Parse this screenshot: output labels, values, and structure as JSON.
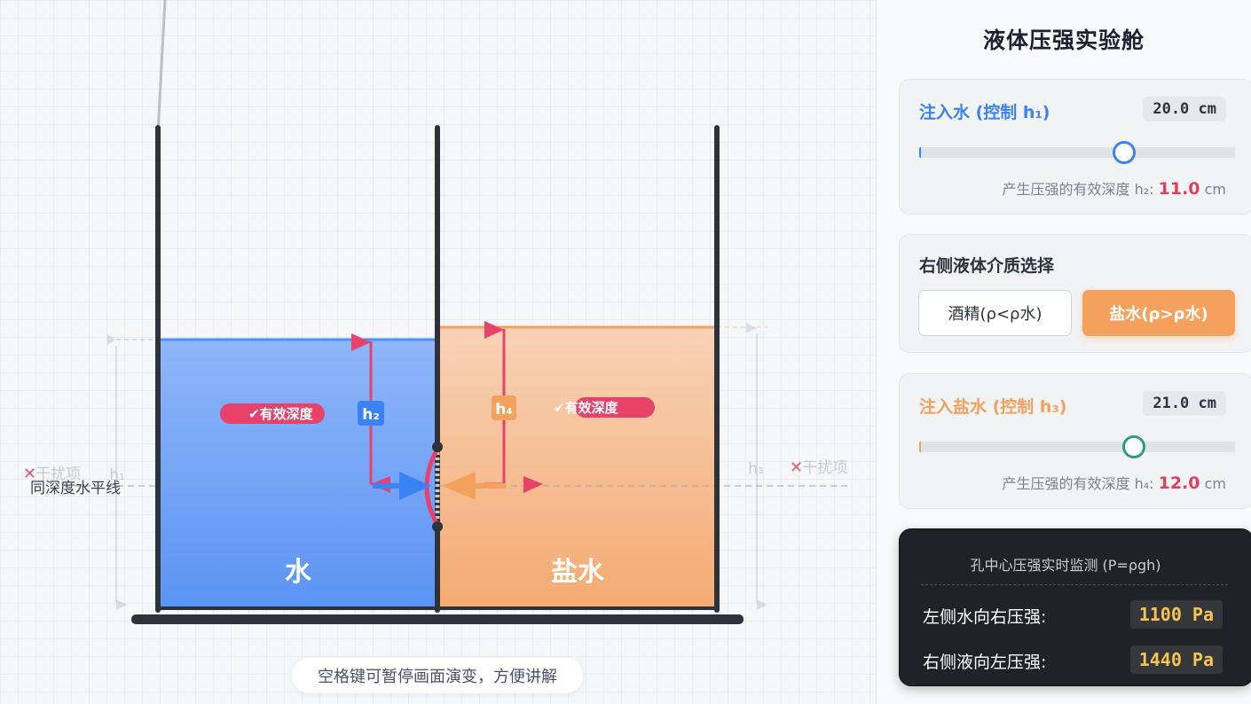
{
  "stage": {
    "hint": "空格键可暂停画面演变，方便讲解",
    "left_fluid_label": "水",
    "right_fluid_label": "盐水",
    "effective_depth_left": "✔有效深度",
    "effective_depth_right": "✔有效深度",
    "h2_label": "h₂",
    "h4_label": "h₄",
    "h1_label": "h₁",
    "h3_label": "h₃",
    "distractor_left": "✕干扰项",
    "distractor_right": "✕干扰项",
    "same_depth_label": "同深度水平线",
    "colors": {
      "water": "#5b97f5",
      "brine": "#f5a766",
      "wall": "#2e333b",
      "marker": "#e8416a",
      "water_arrow": "#3a82f6",
      "brine_arrow": "#f3a15c"
    }
  },
  "panel": {
    "title": "液体压强实验舱",
    "water_card": {
      "title": "注入水 (控制 h₁)",
      "value": "20.0 cm",
      "slider_fraction": 0.65,
      "depth_label": "产生压强的有效深度 h₂: ",
      "depth_value": "11.0",
      "depth_unit": " cm",
      "color": "#3a82f6"
    },
    "medium_card": {
      "title": "右侧液体介质选择",
      "option_alcohol": "酒精(ρ<ρ水)",
      "option_brine": "盐水(ρ>ρ水)",
      "selected": "盐水(ρ>ρ水)"
    },
    "brine_card": {
      "title": "注入盐水 (控制 h₃)",
      "value": "21.0 cm",
      "slider_fraction": 0.68,
      "depth_label": "产生压强的有效深度 h₄: ",
      "depth_value": "12.0",
      "depth_unit": " cm",
      "color": "#f3a15c"
    },
    "monitor": {
      "title": "孔中心压强实时监测 (P=ρgh)",
      "left_label": "左侧水向右压强:",
      "left_value": "1100 Pa",
      "right_label": "右侧液向左压强:",
      "right_value": "1440 Pa"
    }
  }
}
